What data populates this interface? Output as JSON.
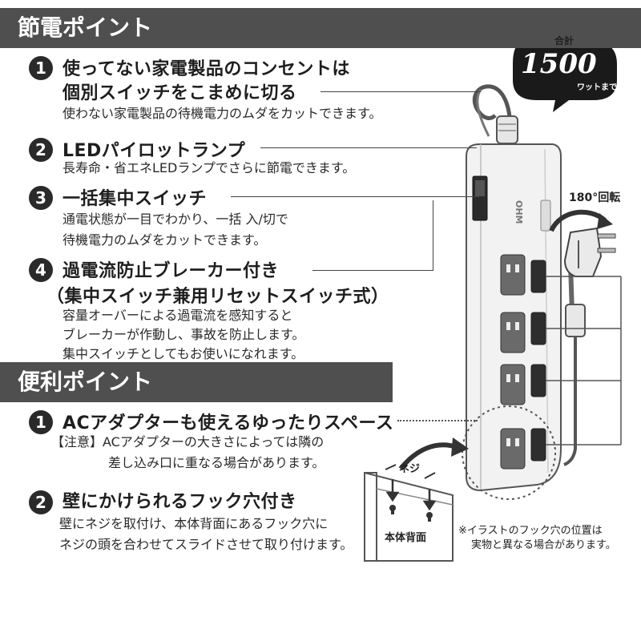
{
  "section1": {
    "title": "節電ポイント",
    "items": [
      {
        "num": "1",
        "head1": "使ってない家電製品のコンセントは",
        "head2": "個別スイッチをこまめに切る",
        "body": [
          "使わない家電製品の待機電力のムダをカットできます。"
        ]
      },
      {
        "num": "2",
        "head1": "LEDパイロットランプ",
        "body": [
          "長寿命・省エネLEDランプでさらに節電できます。"
        ]
      },
      {
        "num": "3",
        "head1": "一括集中スイッチ",
        "body": [
          "通電状態が一目でわかり、一括 入/切で",
          "待機電力のムダをカットできます。"
        ]
      },
      {
        "num": "4",
        "head1": "過電流防止ブレーカー付き",
        "head2": "（集中スイッチ兼用リセットスイッチ式）",
        "body": [
          "容量オーバーによる過電流を感知すると",
          "ブレーカーが作動し、事故を防止します。",
          "集中スイッチとしてもお使いになれます。"
        ]
      }
    ]
  },
  "section2": {
    "title": "便利ポイント",
    "items": [
      {
        "num": "1",
        "head1": "ACアダプターも使えるゆったりスペース",
        "body": [
          "【注意】ACアダプターの大きさによっては隣の",
          "差し込み口に重なる場合があります。"
        ]
      },
      {
        "num": "2",
        "head1": "壁にかけられるフック穴付き",
        "body": [
          "壁にネジを取付け、本体背面にあるフック穴に",
          "ネジの頭を合わせてスライドさせて取り付けます。"
        ]
      }
    ]
  },
  "bubble": {
    "small": "合計",
    "big": "1500",
    "sub": "ワットまで"
  },
  "rotation_label": "180°回転",
  "brand_text": "OHM",
  "screw_label": "ネジ",
  "back_label": "本体背面",
  "footnote": [
    "※イラストのフック穴の位置は",
    "実物と異なる場合があります。"
  ],
  "colors": {
    "banner": "#4f4f4f",
    "number_circle": "#2a2a2a",
    "bubble": "#1a1a1a"
  }
}
